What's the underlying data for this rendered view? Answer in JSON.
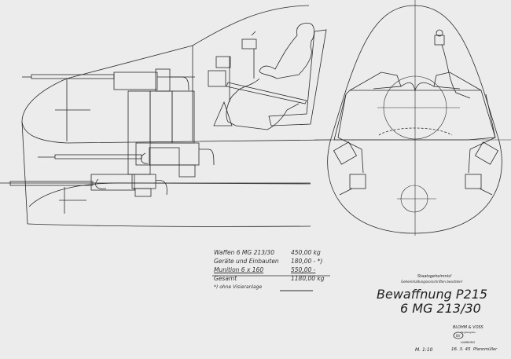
{
  "weights_table": {
    "rows": [
      {
        "label": "Waffen 6 MG 213/30",
        "value": "450,00 kg"
      },
      {
        "label": "Geräte und Einbauten",
        "value": "180,00 - *)"
      },
      {
        "label": "Munition 6 x 160",
        "value": "550,00 -"
      },
      {
        "label": "Gesamt",
        "value": "1180,00 kg"
      }
    ],
    "footnote": "*) ohne Visieranlage"
  },
  "classification": {
    "line1": "Staatsgeheimnis!",
    "line2": "Geheimhaltungsvorschriften beachten!"
  },
  "title": {
    "line1": "Bewaffnung P215",
    "line2": "6 MG 213/30"
  },
  "company": {
    "name": "BLOHM & VOSS",
    "sub": "Flugzeugbau",
    "city": "HAMBURG"
  },
  "scale": "M. 1:10",
  "date": "16. 3. 45",
  "signature": "Pfannmüller",
  "colors": {
    "background": "#ececec",
    "ink": "#2a2a2a"
  }
}
